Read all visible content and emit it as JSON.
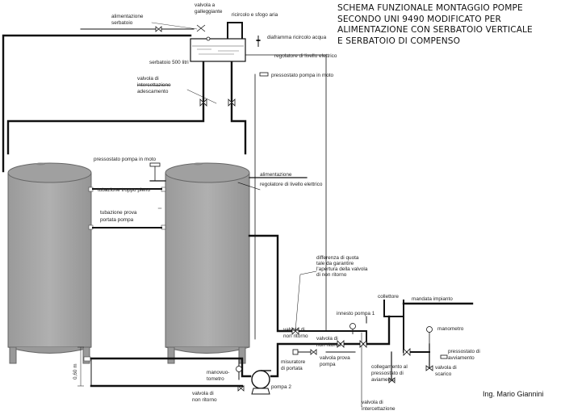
{
  "title": {
    "line1": "SCHEMA FUNZIONALE MONTAGGIO POMPE",
    "line2": "SECONDO UNI 9490 MODIFICATO PER",
    "line3": "ALIMENTAZIONE CON SERBATOIO VERTICALE",
    "line4": "E SERBATOIO DI COMPENSO"
  },
  "author": "Ing. Mario Giannini",
  "labels": {
    "alimentazione_serbatoio_1": "alimentazione",
    "alimentazione_serbatoio_2": "serbatoio",
    "valvola_galleggiante_1": "valvola a",
    "valvola_galleggiante_2": "galleggiante",
    "ricircolo_sfogo": "ricircolo e sfogo aria",
    "diaframma": "diaframma ricircolo acqua",
    "serbatoio_500": "serbatoio 500 litri",
    "regolatore_top": "regolatore di livello elettrico",
    "pressostato_top": "pressostato pompa in moto",
    "valvola_interc_1": "valvola di",
    "valvola_interc_2": "intercettazione",
    "valvola_interc_3": "adescamento",
    "pressostato_left": "pressostato pompa in moto",
    "tubazione_troppo_pieno": "tubazione troppo pieno",
    "tubazione_prova_1": "tubazione prova",
    "tubazione_prova_2": "portata pompa",
    "alimentazione_right": "alimentazione",
    "regolatore_right": "regolatore di livello elettrico",
    "differenza_1": "differenza di quota",
    "differenza_2": "tale da garantire",
    "differenza_3": "l'apertura della valvola",
    "differenza_4": "di non ritorno",
    "collettore": "collettore",
    "mandata_impianto": "mandata impianto",
    "innesto_pompa": "innesto pompa 1",
    "manometro": "manometro",
    "valvola_nr_1a": "valvola di",
    "valvola_nr_1b": "non ritorno",
    "valvola_nr_2a": "valvola di",
    "valvola_nr_2b": "non ritorno",
    "valvola_prova_1": "valvola prova",
    "valvola_prova_2": "pompa",
    "misuratore_1": "misuratore",
    "misuratore_2": "di portata",
    "collegamento_1": "collegamento al",
    "collegamento_2": "pressostato di",
    "collegamento_3": "aviamento",
    "pressostato_avv_1": "pressostato di",
    "pressostato_avv_2": "avviamento",
    "valvola_scarico_1": "valvola di",
    "valvola_scarico_2": "scarico",
    "manovuotometro_1": "manovuo-",
    "manovuotometro_2": "tometro",
    "pompa_2": "pompa 2",
    "valvola_nr_bottom_1": "valvola di",
    "valvola_nr_bottom_2": "non ritorno",
    "valvola_interc_bottom_1": "valvola di",
    "valvola_interc_bottom_2": "intercettazione",
    "quota": "0,60 m"
  },
  "colors": {
    "tank_fill": "#a6a6a6",
    "tank_stroke": "#555555",
    "pipe": "#111111",
    "water": "#555555"
  }
}
